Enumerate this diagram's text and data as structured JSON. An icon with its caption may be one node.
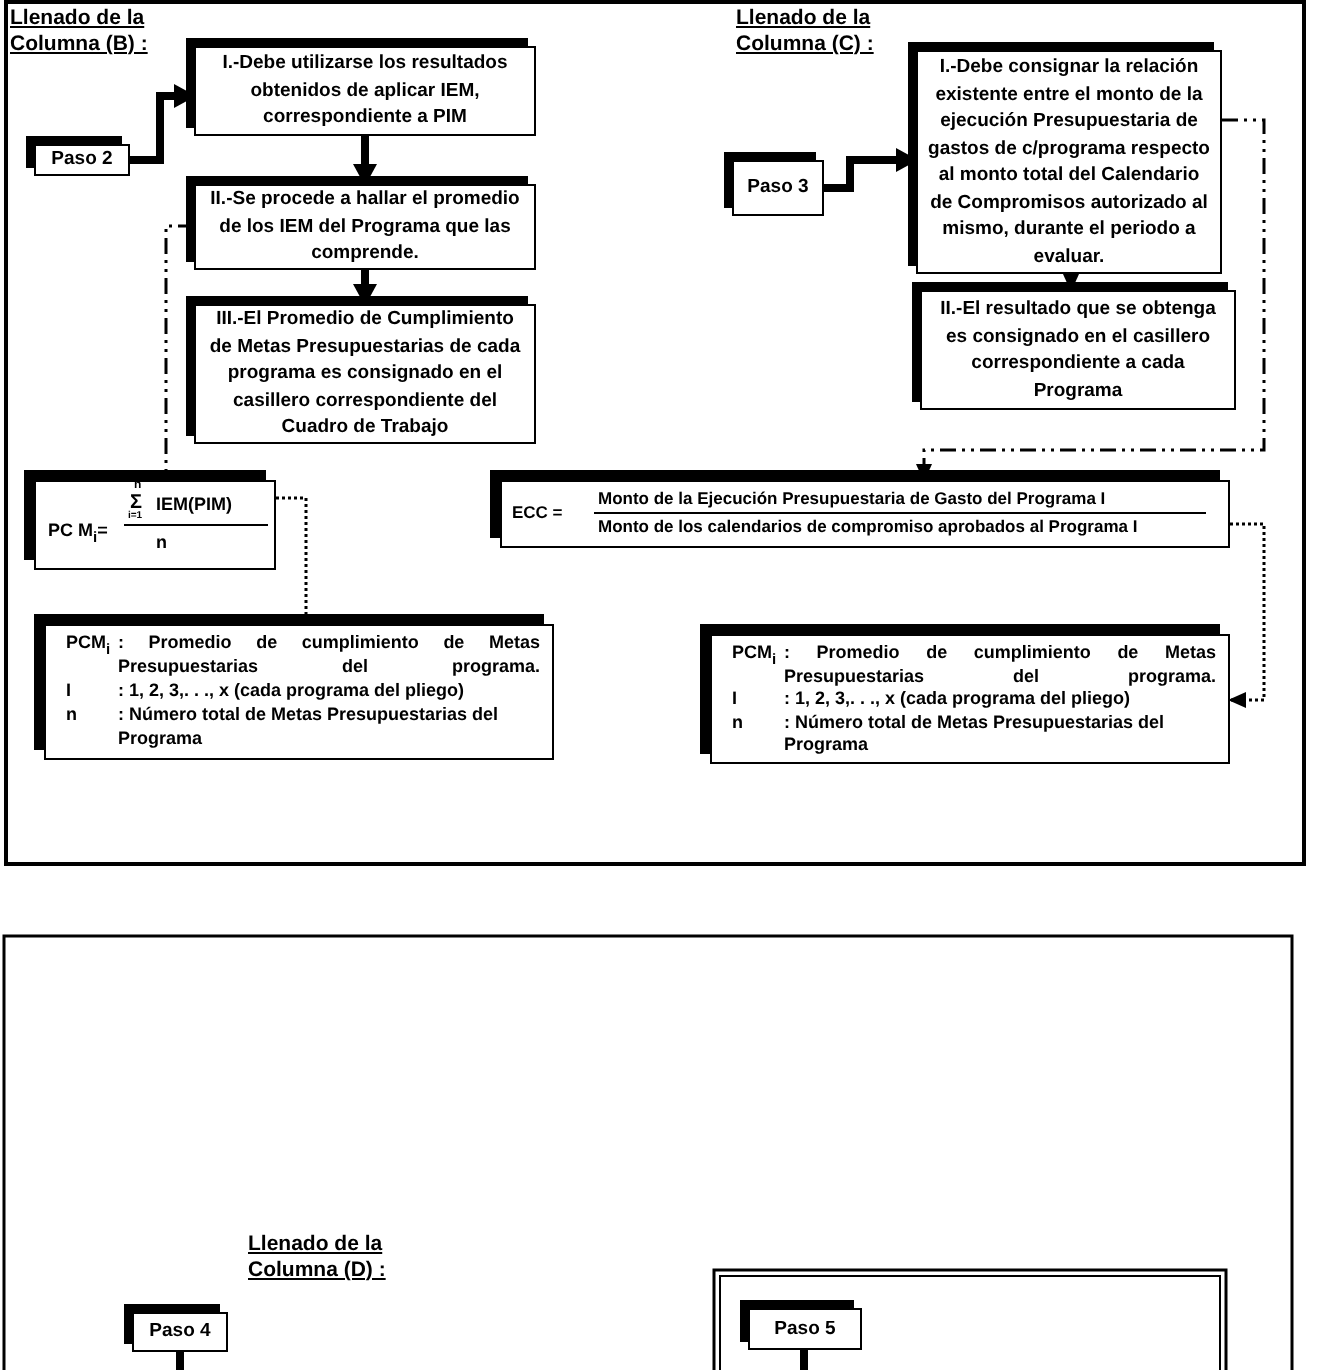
{
  "diagram": {
    "nodes": [
      {
        "text": [
          "Paso 2"
        ]
      },
      {
        "text": [
          "I.-Debe utilizarse los resultados obtenidos de aplicar IEM, correspondiente a PIM"
        ]
      },
      {
        "text": [
          "II.-Se procede a hallar el promedio de los IEM del Programa que las comprende."
        ]
      },
      {
        "text": [
          "III.-El Promedio de Cumplimiento de Metas Presupuestarias de cada programa es consignado en el casillero correspondiente del Cuadro de Trabajo"
        ]
      },
      {
        "text": [
          "PC M$_{i}$=",
          "n",
          "Σ",
          "i=1",
          "IEM(PIM)",
          "n"
        ]
      },
      {
        "text": [
          "PCM$_{i}$",
          ": Promedio de cumplimiento de Metas Presupuestarias del programa.",
          "I",
          ": 1, 2, 3,. . ., x (cada programa del pliego)",
          "n",
          ": Número total de Metas Presupuestarias del Programa"
        ]
      },
      {
        "text": [
          "Paso 3"
        ]
      },
      {
        "text": [
          "I.-Debe consignar la relación existente entre el monto de la ejecución Presupuestaria de gastos de c/programa respecto al monto total del Calendario de Compromisos autorizado al mismo, durante el periodo a evaluar."
        ]
      },
      {
        "text": [
          "II.-El resultado que se obtenga es consignado en el casillero correspondiente a cada Programa"
        ]
      },
      {
        "text": [
          "ECC =",
          "Monto de la Ejecución Presupuestaria de Gasto del Programa I",
          "Monto de los calendarios de compromiso aprobados al Programa I"
        ]
      },
      {
        "text": [
          "PCM$_{i}$",
          ": Promedio de cumplimiento de Metas Presupuestarias del programa.",
          "I",
          ": 1, 2, 3,. . ., x (cada programa del pliego)",
          "n",
          ": Número total de Metas Presupuestarias del Programa"
        ]
      },
      {
        "text": [
          "Paso 4"
        ]
      },
      {
        "text": [
          "Paso 5"
        ]
      }
    ],
    "edges": [
      {
        "from": 0,
        "to": 1,
        "arrow": "to"
      },
      {
        "from": 1,
        "to": 2,
        "arrow": "to"
      },
      {
        "from": 2,
        "to": 3,
        "arrow": "to"
      },
      {
        "from": 2,
        "to": 4,
        "arrow": "none",
        "style": "dashed"
      },
      {
        "from": 4,
        "to": 5,
        "arrow": "none",
        "style": "dashed"
      },
      {
        "from": 6,
        "to": 7,
        "arrow": "to"
      },
      {
        "from": 7,
        "to": 8,
        "arrow": "to"
      },
      {
        "from": 7,
        "to": 9,
        "arrow": "to",
        "style": "dashed"
      },
      {
        "from": 9,
        "to": 10,
        "arrow": "to",
        "style": "dashed"
      },
      {
        "from": 11,
        "to": null,
        "arrow": "none"
      },
      {
        "from": 12,
        "to": null,
        "arrow": "none"
      }
    ],
    "labels": [
      "Llenado de la Columna (B) :",
      "Llenado de la Columna (C) :",
      "Llenado de la Columna (D) :"
    ]
  }
}
